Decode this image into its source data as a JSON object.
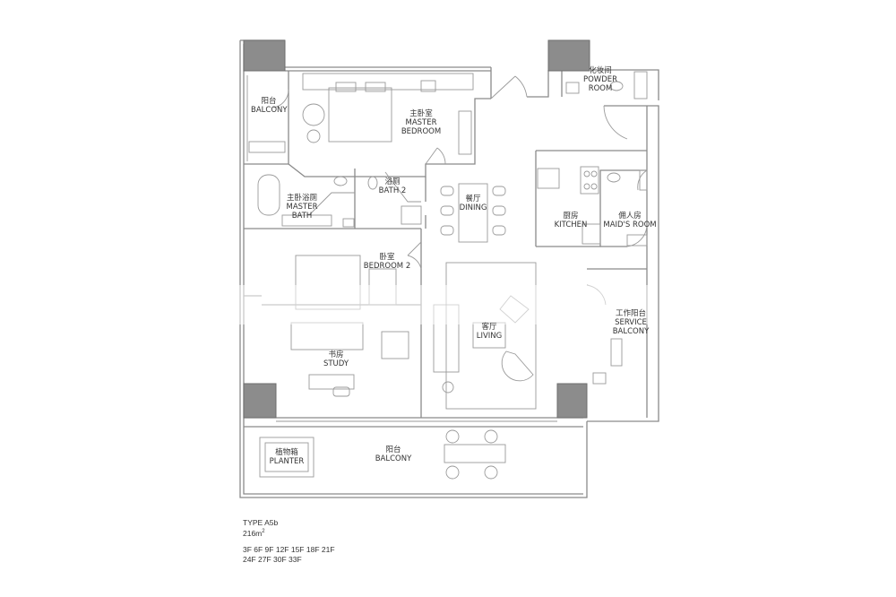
{
  "rooms": {
    "balcony_left": {
      "cn": "阳台",
      "en": "BALCONY"
    },
    "master_bedroom": {
      "cn": "主卧室",
      "en1": "MASTER",
      "en2": "BEDROOM"
    },
    "powder_room": {
      "cn": "化妆间",
      "en1": "POWDER",
      "en2": "ROOM"
    },
    "master_bath": {
      "cn": "主卧浴厕",
      "en1": "MASTER",
      "en2": "BATH"
    },
    "bath2": {
      "cn": "浴厕",
      "en": "BATH 2"
    },
    "dining": {
      "cn": "餐厅",
      "en": "DINING"
    },
    "kitchen": {
      "cn": "厨房",
      "en": "KITCHEN"
    },
    "maids_room": {
      "cn": "佣人房",
      "en": "MAID'S ROOM"
    },
    "bedroom2": {
      "cn": "卧室",
      "en": "BEDROOM 2"
    },
    "living": {
      "cn": "客厅",
      "en": "LIVING"
    },
    "service_balcony": {
      "cn": "工作阳台",
      "en1": "SERVICE",
      "en2": "BALCONY"
    },
    "study": {
      "cn": "书房",
      "en": "STUDY"
    },
    "planter": {
      "cn": "植物箱",
      "en": "PLANTER"
    },
    "balcony_bottom": {
      "cn": "阳台",
      "en": "BALCONY"
    }
  },
  "unit_info": {
    "type": "TYPE A5b",
    "area_value": "216m",
    "area_unit_sup": "2",
    "floors_line1": "3F 6F 9F 12F 15F 18F 21F",
    "floors_line2": "24F 27F 30F 33F"
  }
}
